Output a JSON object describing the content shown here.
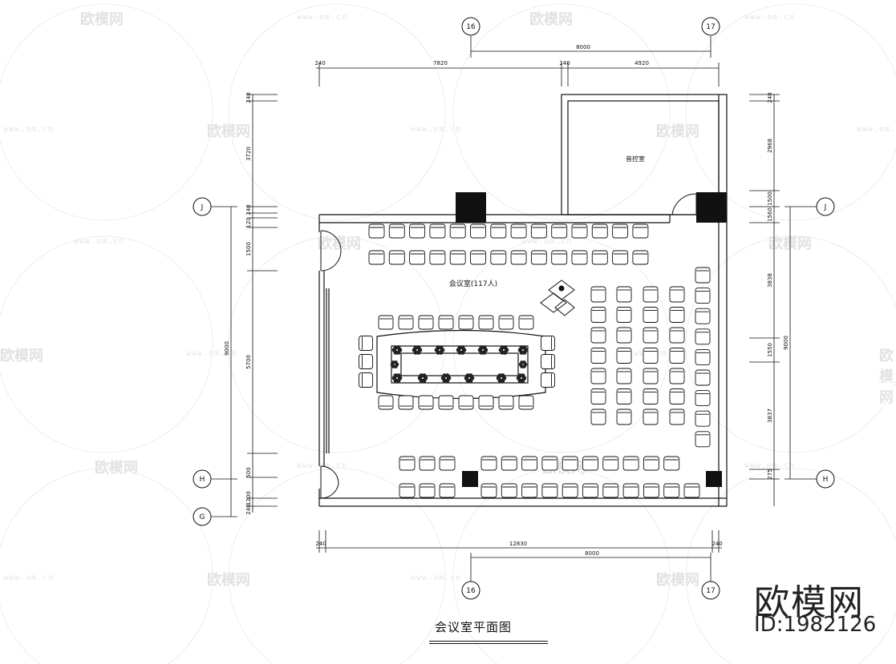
{
  "drawing": {
    "room_label": "会议室(117人)",
    "storage_label": "音控室",
    "title": "会议室平面图"
  },
  "brand": {
    "name": "欧模网",
    "id": "ID:1982126"
  },
  "watermark": {
    "text": "欧模网",
    "url": "www.om.cn"
  },
  "grid_axes": {
    "top": [
      "16",
      "17"
    ],
    "bottom": [
      "16",
      "17"
    ],
    "left": [
      "J",
      "H",
      "G"
    ],
    "right": [
      "J",
      "H"
    ]
  },
  "dimensions": {
    "top_outer": "8000",
    "top_parts": [
      "240",
      "7820",
      "240",
      "4920"
    ],
    "bottom_total": "12830",
    "bottom_inner": "8000",
    "bottom_ends": [
      "240",
      "240"
    ],
    "left_outer": "9000",
    "left_parts": [
      "240",
      "3720",
      "240",
      "120",
      "1500",
      "5700",
      "500",
      "1200",
      "240"
    ],
    "right_outer": "9000",
    "right_parts": [
      "240",
      "2968",
      "1500",
      "1560",
      "3838",
      "1550",
      "3837",
      "275"
    ]
  }
}
